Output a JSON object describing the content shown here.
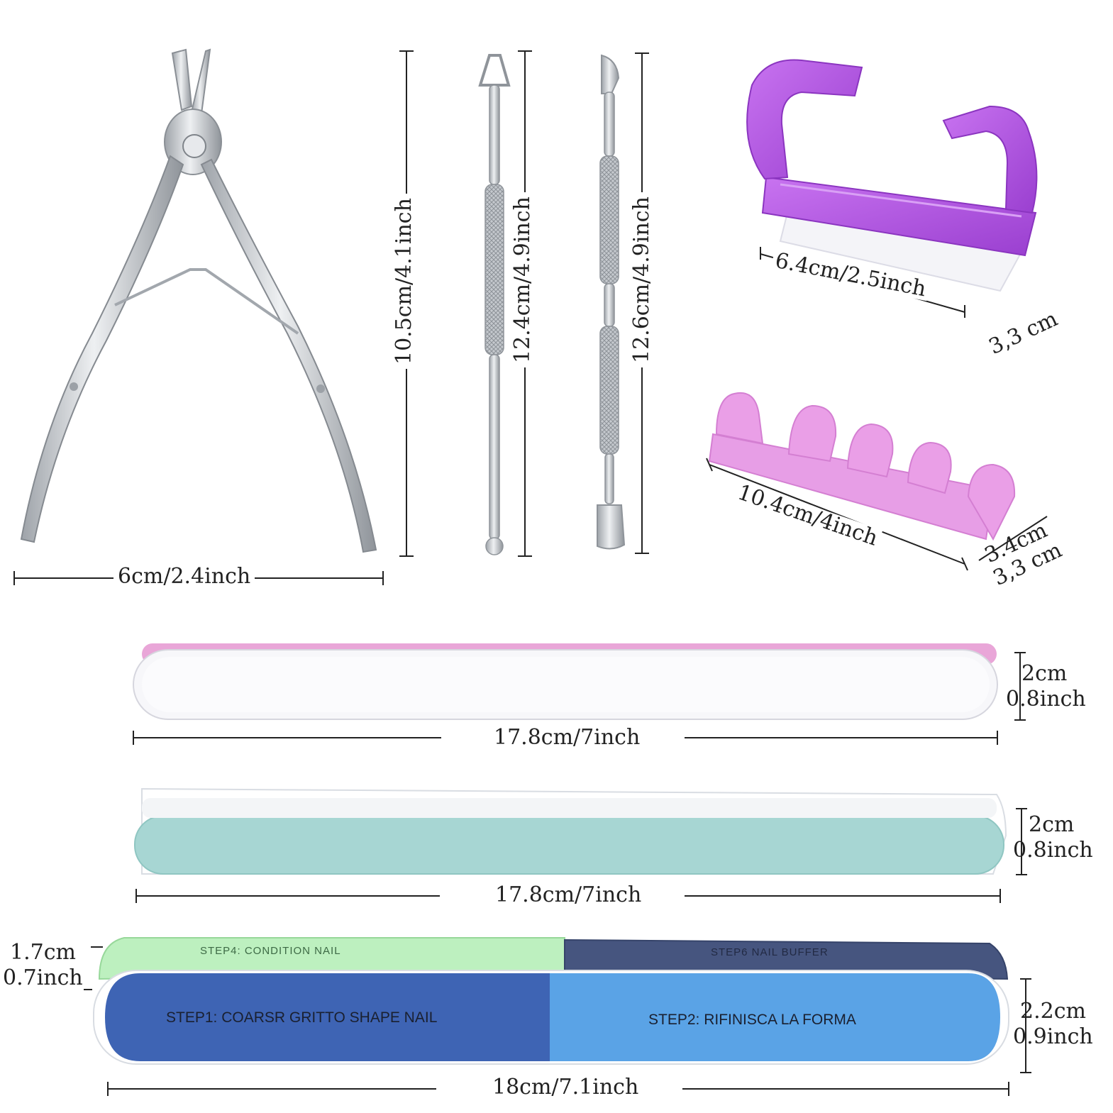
{
  "dimensions": {
    "nipper_width": "6cm/2.4inch",
    "nipper_length": "10.5cm/4.1inch",
    "triangle_pusher_length": "12.4cm/4.9inch",
    "spoon_pusher_length": "12.6cm/4.9inch",
    "brush_width": "6.4cm/2.5inch",
    "brush_height": "3,3 cm",
    "separator_width": "10.4cm/4inch",
    "separator_height_a": "3.4cm",
    "separator_height_b": "3,3 cm",
    "file1_length": "17.8cm/7inch",
    "file1_width_cm": "2cm",
    "file1_width_in": "0.8inch",
    "file2_length": "17.8cm/7inch",
    "file2_width_cm": "2cm",
    "file2_width_in": "0.8inch",
    "block_length": "18cm/7.1inch",
    "block_thickness_cm": "1.7cm",
    "block_thickness_in": "0.7inch",
    "block_width_cm": "2.2cm",
    "block_width_in": "0.9inch"
  },
  "block_steps": {
    "step4": "STEP4: CONDITION NAIL",
    "step6": "STEP6  NAIL BUFFER",
    "step1": "STEP1: COARSR GRITTO SHAPE NAIL",
    "step2": "STEP2: RIFINISCA LA FORMA"
  },
  "colors": {
    "steel": "#c9ccd0",
    "brush_purple": "#b24fe0",
    "separator_pink": "#e79ee6",
    "file_pink_edge": "#e9a6d8",
    "file_teal": "#a7d6d3",
    "block_green": "#bdf0bf",
    "block_navy": "#46557f",
    "block_dark_blue": "#3e64b4",
    "block_light_blue": "#5aa3e6"
  }
}
